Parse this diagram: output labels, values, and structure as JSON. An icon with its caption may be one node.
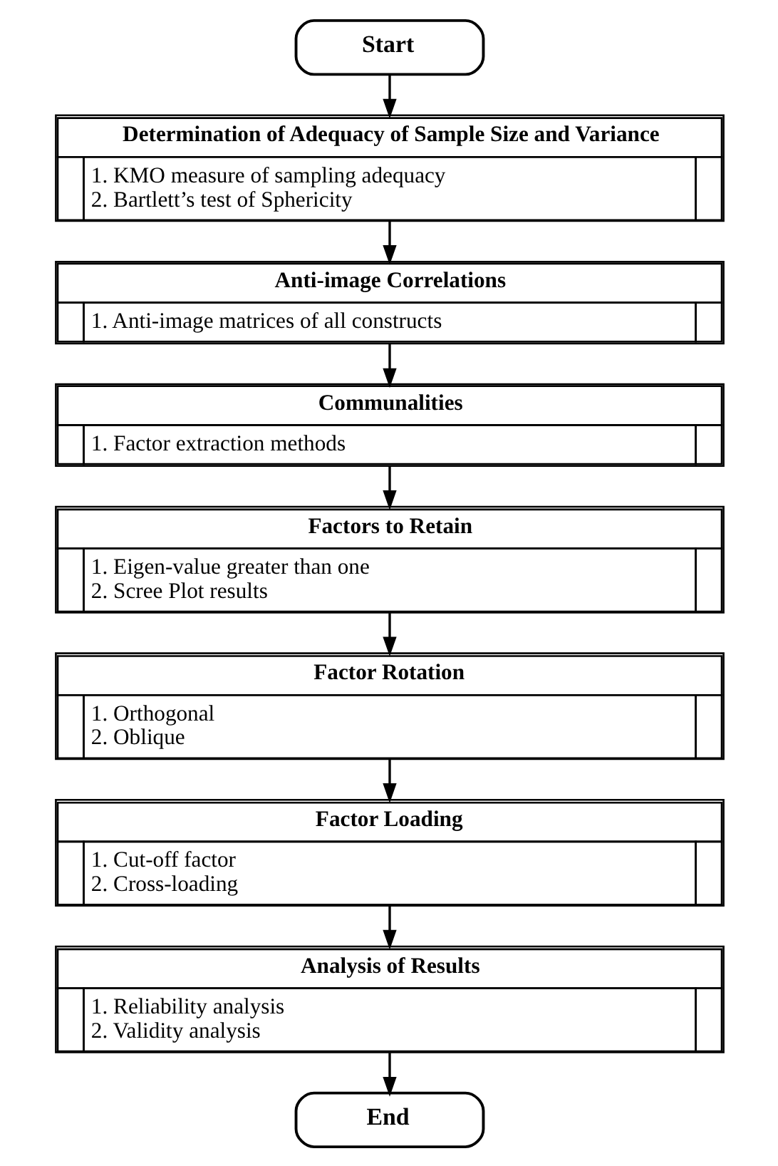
{
  "diagram": {
    "nodes": [
      {
        "text": [
          "Start"
        ]
      },
      {
        "text": [
          "Determination of Adequacy of Sample Size and Variance",
          "1. KMO measure of sampling adequacy",
          "2. Bartlett’s test of Sphericity"
        ]
      },
      {
        "text": [
          "Anti-image Correlations",
          "1. Anti-image matrices of all constructs"
        ]
      },
      {
        "text": [
          "Communalities",
          "1. Factor extraction methods"
        ]
      },
      {
        "text": [
          "Factors to Retain",
          "1. Eigen-value greater than one",
          "2. Scree Plot results"
        ]
      },
      {
        "text": [
          "Factor Rotation",
          "1. Orthogonal",
          "2. Oblique"
        ]
      },
      {
        "text": [
          "Factor Loading",
          "1. Cut-off factor",
          "2. Cross-loading"
        ]
      },
      {
        "text": [
          "Analysis of Results",
          "1. Reliability analysis",
          "2. Validity analysis"
        ]
      },
      {
        "text": [
          "End"
        ]
      }
    ],
    "edges": [
      {
        "from": 0,
        "to": 1,
        "arrow": "to"
      },
      {
        "from": 1,
        "to": 2,
        "arrow": "to"
      },
      {
        "from": 2,
        "to": 3,
        "arrow": "to"
      },
      {
        "from": 3,
        "to": 4,
        "arrow": "to"
      },
      {
        "from": 4,
        "to": 5,
        "arrow": "to"
      },
      {
        "from": 5,
        "to": 6,
        "arrow": "to"
      },
      {
        "from": 6,
        "to": 7,
        "arrow": "to"
      },
      {
        "from": 7,
        "to": 8,
        "arrow": "to"
      }
    ]
  }
}
